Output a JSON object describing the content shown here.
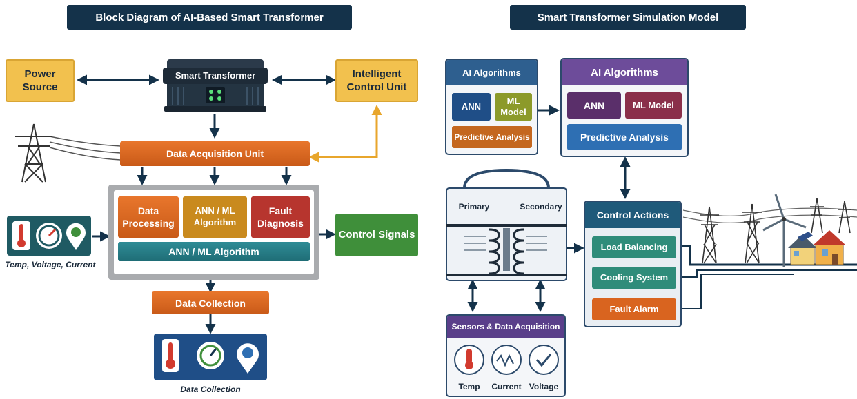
{
  "left": {
    "title": "Block Diagram of AI-Based Smart Transformer",
    "power_source": "Power Source",
    "smart_transformer": "Smart Transformer",
    "intelligent_control_unit": "Intelligent Control Unit",
    "data_acquisition_unit": "Data Acquisition Unit",
    "data_processing": "Data Processing",
    "ann_ml_algorithm_box": "ANN / ML Algorithm",
    "fault_diagnosis": "Fault Diagnosis",
    "ann_ml_algorithm_bar": "ANN / ML Algorithm",
    "control_signals": "Control Signals",
    "sensor_caption": "Temp, Voltage, Current",
    "data_collection": "Data Collection",
    "data_collection_caption": "Data Collection"
  },
  "right": {
    "title": "Smart Transformer Simulation Model",
    "ai_panel_1": {
      "title": "AI Algorithms",
      "ann": "ANN",
      "ml": "ML Model",
      "predictive": "Predictive Analysis"
    },
    "ai_panel_2": {
      "title": "AI Algorithms",
      "ann": "ANN",
      "ml": "ML Model",
      "predictive": "Predictive Analysis"
    },
    "primary": "Primary",
    "secondary": "Secondary",
    "control_actions": "Control Actions",
    "load_balancing": "Load Balancing",
    "cooling_system": "Cooling System",
    "fault_alarm": "Fault Alarm",
    "sensors_title": "Sensors & Data Acquisition",
    "sensor_temp": "Temp",
    "sensor_current": "Current",
    "sensor_voltage": "Voltage"
  },
  "colors": {
    "navy": "#14324a",
    "orange": "#e8762c",
    "teal": "#2f8c96",
    "green": "#3f8f3a",
    "yellow": "#f2c14e",
    "purple": "#6d4c9a",
    "blue": "#2e6fb3"
  },
  "icons": [
    "thermometer-icon",
    "gauge-icon",
    "location-pin-icon",
    "transmission-tower-icon",
    "wind-turbine-icon",
    "house-icon",
    "solar-panel-icon"
  ]
}
